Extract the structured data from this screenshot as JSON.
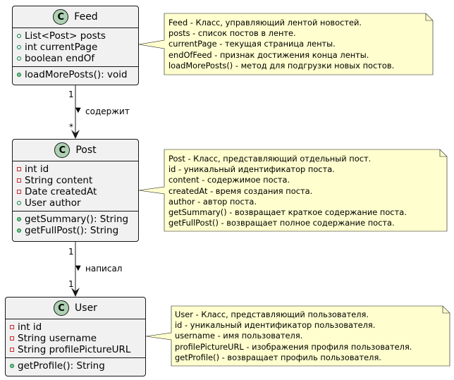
{
  "classes": {
    "feed": {
      "badge": "C",
      "name": "Feed",
      "fields": [
        {
          "vis": "public",
          "text": "List<Post> posts"
        },
        {
          "vis": "public",
          "text": "int currentPage"
        },
        {
          "vis": "public",
          "text": "boolean endOf"
        }
      ],
      "methods": [
        {
          "vis": "public",
          "text": "loadMorePosts(): void"
        }
      ]
    },
    "post": {
      "badge": "C",
      "name": "Post",
      "fields": [
        {
          "vis": "private",
          "text": "int id"
        },
        {
          "vis": "private",
          "text": "String content"
        },
        {
          "vis": "private",
          "text": "Date createdAt"
        },
        {
          "vis": "public",
          "text": "User author"
        }
      ],
      "methods": [
        {
          "vis": "public",
          "text": "getSummary(): String"
        },
        {
          "vis": "public",
          "text": "getFullPost(): String"
        }
      ]
    },
    "user": {
      "badge": "C",
      "name": "User",
      "fields": [
        {
          "vis": "private",
          "text": "int id"
        },
        {
          "vis": "private",
          "text": "String username"
        },
        {
          "vis": "private",
          "text": "String profilePictureURL"
        }
      ],
      "methods": [
        {
          "vis": "public",
          "text": "getProfile(): String"
        }
      ]
    }
  },
  "notes": {
    "feed": [
      "Feed - Класс, управляющий лентой новостей.",
      "posts - список постов в ленте.",
      "currentPage - текущая страница ленты.",
      "endOfFeed - признак достижения конца ленты.",
      "loadMorePosts() - метод для подгрузки новых постов."
    ],
    "post": [
      "Post - Класс, представляющий отдельный пост.",
      "id - уникальный идентификатор поста.",
      "content - содержимое поста.",
      "createdAt - время создания поста.",
      "author - автор поста.",
      "getSummary() - возвращает краткое содержание поста.",
      "getFullPost() - возвращает полное содержание поста."
    ],
    "user": [
      "User - Класс, представляющий пользователя.",
      "id - уникальный идентификатор пользователя.",
      "username - имя пользователя.",
      "profilePictureURL - изображения профиля пользователя.",
      "getProfile() - возвращает профиль пользователя."
    ]
  },
  "relations": {
    "feed_post": {
      "label": "содержит",
      "direction": "▼",
      "from_mult": "1",
      "to_mult": "*"
    },
    "post_user": {
      "label": "написал",
      "direction": "▼",
      "from_mult": "1",
      "to_mult": "1"
    }
  },
  "colors": {
    "class_fill": "#f1f1f1",
    "class_border": "#181818",
    "badge_fill": "#add1b2",
    "note_fill": "#fefece",
    "public_icon": "#038048",
    "private_icon": "#c82930"
  }
}
